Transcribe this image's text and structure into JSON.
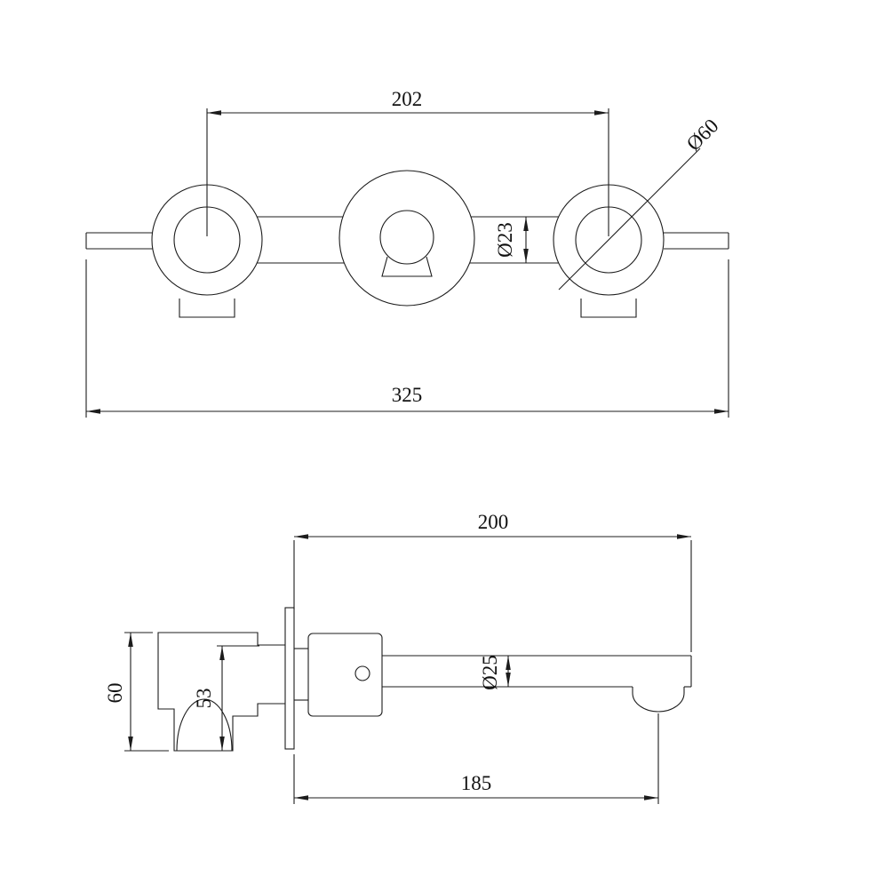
{
  "front_view": {
    "center_distance": "202",
    "escutcheon_diameter": "Ø60",
    "bar_diameter": "Ø23",
    "overall_width": "325"
  },
  "side_view": {
    "spout_reach": "200",
    "spout_diameter": "Ø25",
    "body_height": "60",
    "inner_height": "53",
    "spout_projection": "185"
  }
}
